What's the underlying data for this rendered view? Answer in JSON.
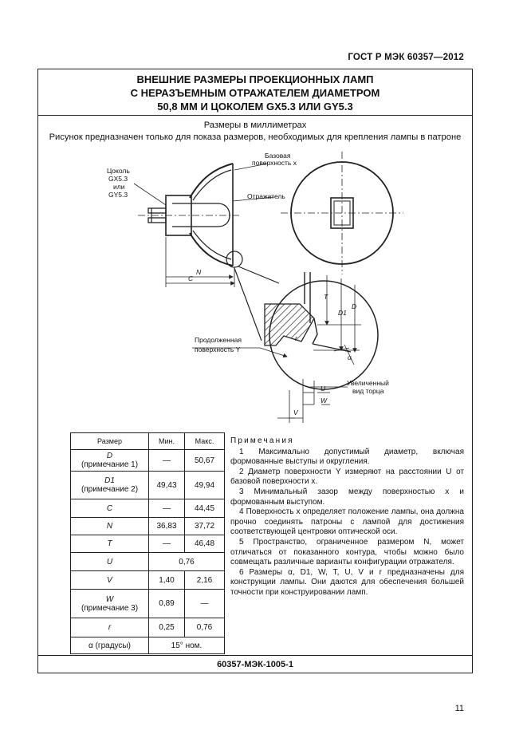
{
  "header": {
    "standard": "ГОСТ Р МЭК 60357—2012"
  },
  "title_lines": [
    "ВНЕШНИЕ РАЗМЕРЫ ПРОЕКЦИОННЫХ ЛАМП",
    "С НЕРАЗЪЕМНЫМ ОТРАЖАТЕЛЕМ ДИАМЕТРОМ",
    "50,8 ММ И ЦОКОЛЕМ GX5.3 ИЛИ GY5.3"
  ],
  "subtitle": "Размеры в миллиметрах",
  "figure_note": "Рисунок предназначен только для показа размеров, необходимых для крепления лампы в патроне",
  "figure_labels": {
    "base_l1": "Цоколь",
    "base_l2": "GX5.3",
    "base_l3": "или",
    "base_l4": "GY5.3",
    "ref_surface_l1": "Базовая",
    "ref_surface_l2": "поверхность x",
    "reflector": "Отражатель",
    "dim_N": "N",
    "dim_C": "C",
    "extended_l1": "Продолженная",
    "extended_l2": "поверхность Y",
    "magnified_l1": "Увеличенный",
    "magnified_l2": "вид торца",
    "dim_T": "T",
    "dim_D1": "D1",
    "dim_D": "D",
    "dim_r": "r",
    "dim_alpha": "α",
    "dim_U": "U",
    "dim_W": "W",
    "dim_V": "V"
  },
  "table": {
    "headers": [
      "Размер",
      "Мин.",
      "Макс."
    ],
    "rows": [
      {
        "name": "D",
        "note": "(примечание 1)",
        "min": "—",
        "max": "50,67"
      },
      {
        "name": "D1",
        "note": "(примечание 2)",
        "min": "49,43",
        "max": "49,94"
      },
      {
        "name": "C",
        "note": "",
        "min": "—",
        "max": "44,45"
      },
      {
        "name": "N",
        "note": "",
        "min": "36,83",
        "max": "37,72"
      },
      {
        "name": "T",
        "note": "",
        "min": "—",
        "max": "46,48"
      },
      {
        "name": "U",
        "note": "",
        "merged": "0,76"
      },
      {
        "name": "V",
        "note": "",
        "min": "1,40",
        "max": "2,16"
      },
      {
        "name": "W",
        "note": "(примечание 3)",
        "min": "0,89",
        "max": "—"
      },
      {
        "name": "r",
        "note": "",
        "min": "0,25",
        "max": "0,76"
      },
      {
        "name": "α (градусы)",
        "note": "",
        "merged": "15° ном."
      }
    ]
  },
  "notes": {
    "heading": "Примечания",
    "items": [
      "1 Максимально допустимый диаметр, включая формованные выступы и округления.",
      "2 Диаметр поверхности Y измеряют на расстоянии U от базовой поверхности x.",
      "3 Минимальный зазор между поверхностью x и формованным выступом.",
      "4 Поверхность x определяет положение лампы, она должна прочно соединять патроны с лампой для достижения соответствующей центровки оптической оси.",
      "5 Пространство, ограниченное размером N, может отличаться от показанного контура, чтобы можно было совмещать различные варианты конфигурации отражателя.",
      "6 Размеры α, D1, W, T, U, V и r предназначены для конструкции лампы. Они даются для обеспечения большей точности при конструировании ламп."
    ]
  },
  "footer": {
    "code": "60357-МЭК-1005-1"
  },
  "page_number": "11"
}
